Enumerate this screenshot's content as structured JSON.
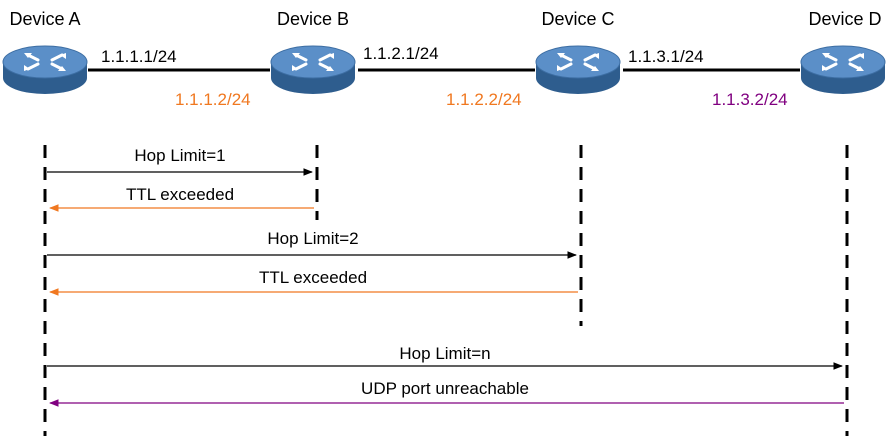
{
  "colors": {
    "black": "#000000",
    "orange": "#f07820",
    "purple": "#800080",
    "router_top": "#5b8fc8",
    "router_side": "#2e5d8e",
    "router_mark": "#ffffff"
  },
  "devices": [
    {
      "name": "Device A",
      "icon": "router-icon"
    },
    {
      "name": "Device B",
      "icon": "router-icon"
    },
    {
      "name": "Device C",
      "icon": "router-icon"
    },
    {
      "name": "Device D",
      "icon": "router-icon"
    }
  ],
  "interfaces": {
    "a_right": "1.1.1.1/24",
    "b_left": "1.1.1.2/24",
    "b_right": "1.1.2.1/24",
    "c_left": "1.1.2.2/24",
    "c_right": "1.1.3.1/24",
    "d_left": "1.1.3.2/24"
  },
  "messages": [
    {
      "label": "Hop Limit=1",
      "direction": "forward",
      "color": "black"
    },
    {
      "label": "TTL exceeded",
      "direction": "back",
      "color": "orange"
    },
    {
      "label": "Hop Limit=2",
      "direction": "forward",
      "color": "black"
    },
    {
      "label": "TTL exceeded",
      "direction": "back",
      "color": "orange"
    },
    {
      "label": "Hop Limit=n",
      "direction": "forward",
      "color": "black"
    },
    {
      "label": "UDP port unreachable",
      "direction": "back",
      "color": "purple"
    }
  ]
}
